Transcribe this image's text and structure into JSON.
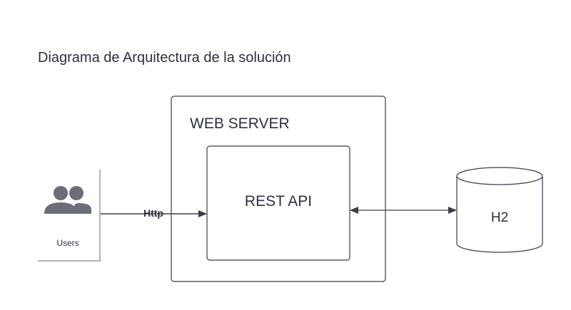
{
  "title": "Diagrama de Arquitectura de la solución",
  "nodes": {
    "users": {
      "label": "Users",
      "icon": "users-icon"
    },
    "web_server": {
      "label": "WEB SERVER"
    },
    "rest_api": {
      "label": "REST API"
    },
    "database": {
      "label": "H2"
    }
  },
  "edges": {
    "users_to_api": {
      "label": "Http"
    }
  },
  "colors": {
    "stroke": "#3a3d4a",
    "text": "#2d3140",
    "icon": "#6b6e78"
  }
}
